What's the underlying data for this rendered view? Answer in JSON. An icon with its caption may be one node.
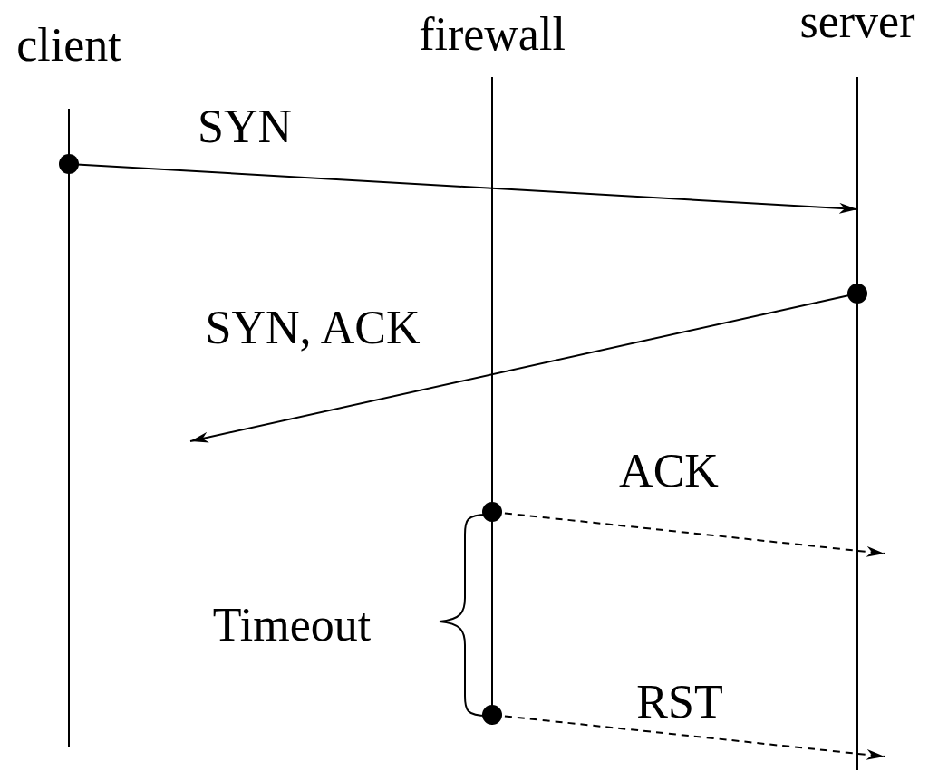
{
  "diagram": {
    "nodes": [
      {
        "text": [
          "client"
        ]
      },
      {
        "text": [
          "firewall"
        ]
      },
      {
        "text": [
          "server"
        ]
      }
    ],
    "edges": [
      {
        "from": 0,
        "to": 2,
        "arrow": "to",
        "label": "SYN"
      },
      {
        "from": 2,
        "to": null,
        "arrow": "to",
        "label": "SYN, ACK"
      },
      {
        "from": 1,
        "to": 2,
        "arrow": "to",
        "label": "ACK",
        "style": "dashed"
      },
      {
        "from": 1,
        "to": 2,
        "arrow": "to",
        "label": "RST",
        "style": "dashed"
      }
    ],
    "labels": [
      "Timeout"
    ]
  }
}
